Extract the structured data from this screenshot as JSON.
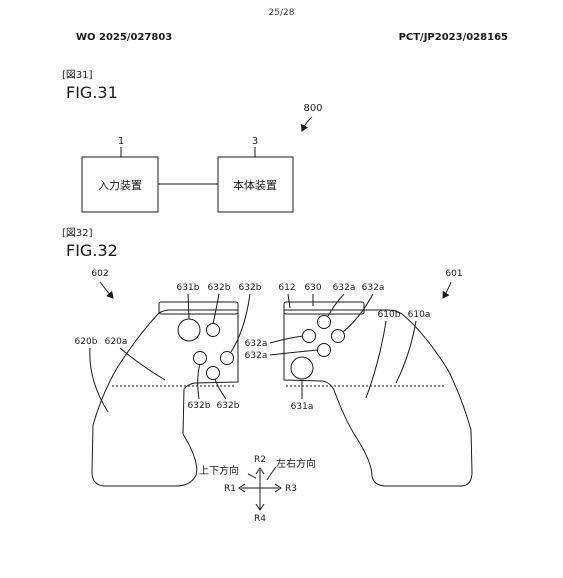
{
  "header": {
    "page_number": "25/28",
    "pub_number": "WO 2025/027803",
    "app_number": "PCT/JP2023/028165"
  },
  "fig31": {
    "tag": "[図31]",
    "title": "FIG.31",
    "ref_system": "800",
    "box1": {
      "ref": "1",
      "label": "入力装置"
    },
    "box2": {
      "ref": "3",
      "label": "本体装置"
    }
  },
  "fig32": {
    "tag": "[図32]",
    "title": "FIG.32",
    "left_controller": {
      "ref": "602",
      "labels": [
        "631b",
        "632b",
        "632b",
        "620b",
        "620a",
        "632b",
        "632b"
      ]
    },
    "right_controller": {
      "ref": "601",
      "labels": [
        "612",
        "630",
        "632a",
        "632a",
        "610b",
        "610a",
        "632a",
        "632a",
        "631a"
      ]
    },
    "directions": {
      "up_down": "上下方向",
      "left_right": "左右方向",
      "r1": "R1",
      "r2": "R2",
      "r3": "R3",
      "r4": "R4"
    }
  }
}
